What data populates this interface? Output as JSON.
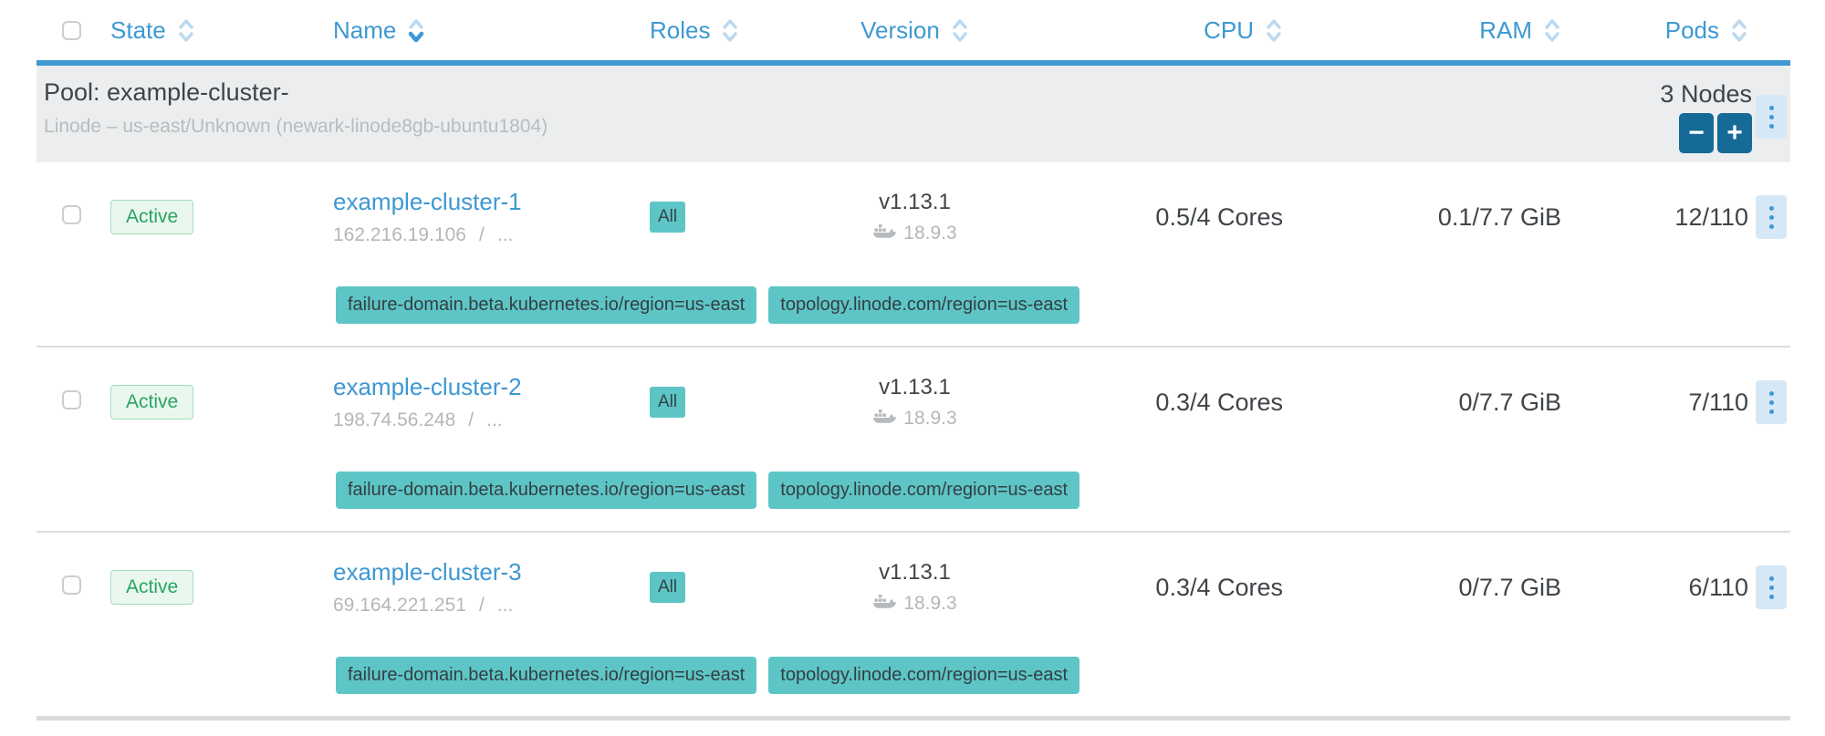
{
  "colors": {
    "accent": "#3d98d3",
    "accent-light": "#bcd9ef",
    "teal": "#5ec5c6",
    "green": "#28a463",
    "green-bg": "#e9f7ee",
    "button-blue": "#156a97",
    "kebab-bg": "#d6e8f6",
    "pool-bg": "#ebedee"
  },
  "table": {
    "columns": [
      {
        "label": "State"
      },
      {
        "label": "Name",
        "sorted": "desc"
      },
      {
        "label": "Roles"
      },
      {
        "label": "Version"
      },
      {
        "label": "CPU"
      },
      {
        "label": "RAM"
      },
      {
        "label": "Pods"
      }
    ],
    "pool": {
      "title": "Pool: example-cluster-",
      "subtitle": "Linode – us-east/Unknown (newark-linode8gb-ubuntu1804)",
      "nodes": "3 Nodes",
      "scale_down": "−",
      "scale_up": "+"
    },
    "rows": [
      {
        "state": "Active",
        "name": "example-cluster-1",
        "ip": "162.216.19.106",
        "ip_separator": "/",
        "ip_more": "...",
        "roles": "All",
        "version": "v1.13.1",
        "docker_version": "18.9.3",
        "cpu": "0.5/4 Cores",
        "ram": "0.1/7.7 GiB",
        "pods": "12/110",
        "labels": [
          "failure-domain.beta.kubernetes.io/region=us-east",
          "topology.linode.com/region=us-east"
        ]
      },
      {
        "state": "Active",
        "name": "example-cluster-2",
        "ip": "198.74.56.248",
        "ip_separator": "/",
        "ip_more": "...",
        "roles": "All",
        "version": "v1.13.1",
        "docker_version": "18.9.3",
        "cpu": "0.3/4 Cores",
        "ram": "0/7.7 GiB",
        "pods": "7/110",
        "labels": [
          "failure-domain.beta.kubernetes.io/region=us-east",
          "topology.linode.com/region=us-east"
        ]
      },
      {
        "state": "Active",
        "name": "example-cluster-3",
        "ip": "69.164.221.251",
        "ip_separator": "/",
        "ip_more": "...",
        "roles": "All",
        "version": "v1.13.1",
        "docker_version": "18.9.3",
        "cpu": "0.3/4 Cores",
        "ram": "0/7.7 GiB",
        "pods": "6/110",
        "labels": [
          "failure-domain.beta.kubernetes.io/region=us-east",
          "topology.linode.com/region=us-east"
        ]
      }
    ]
  }
}
